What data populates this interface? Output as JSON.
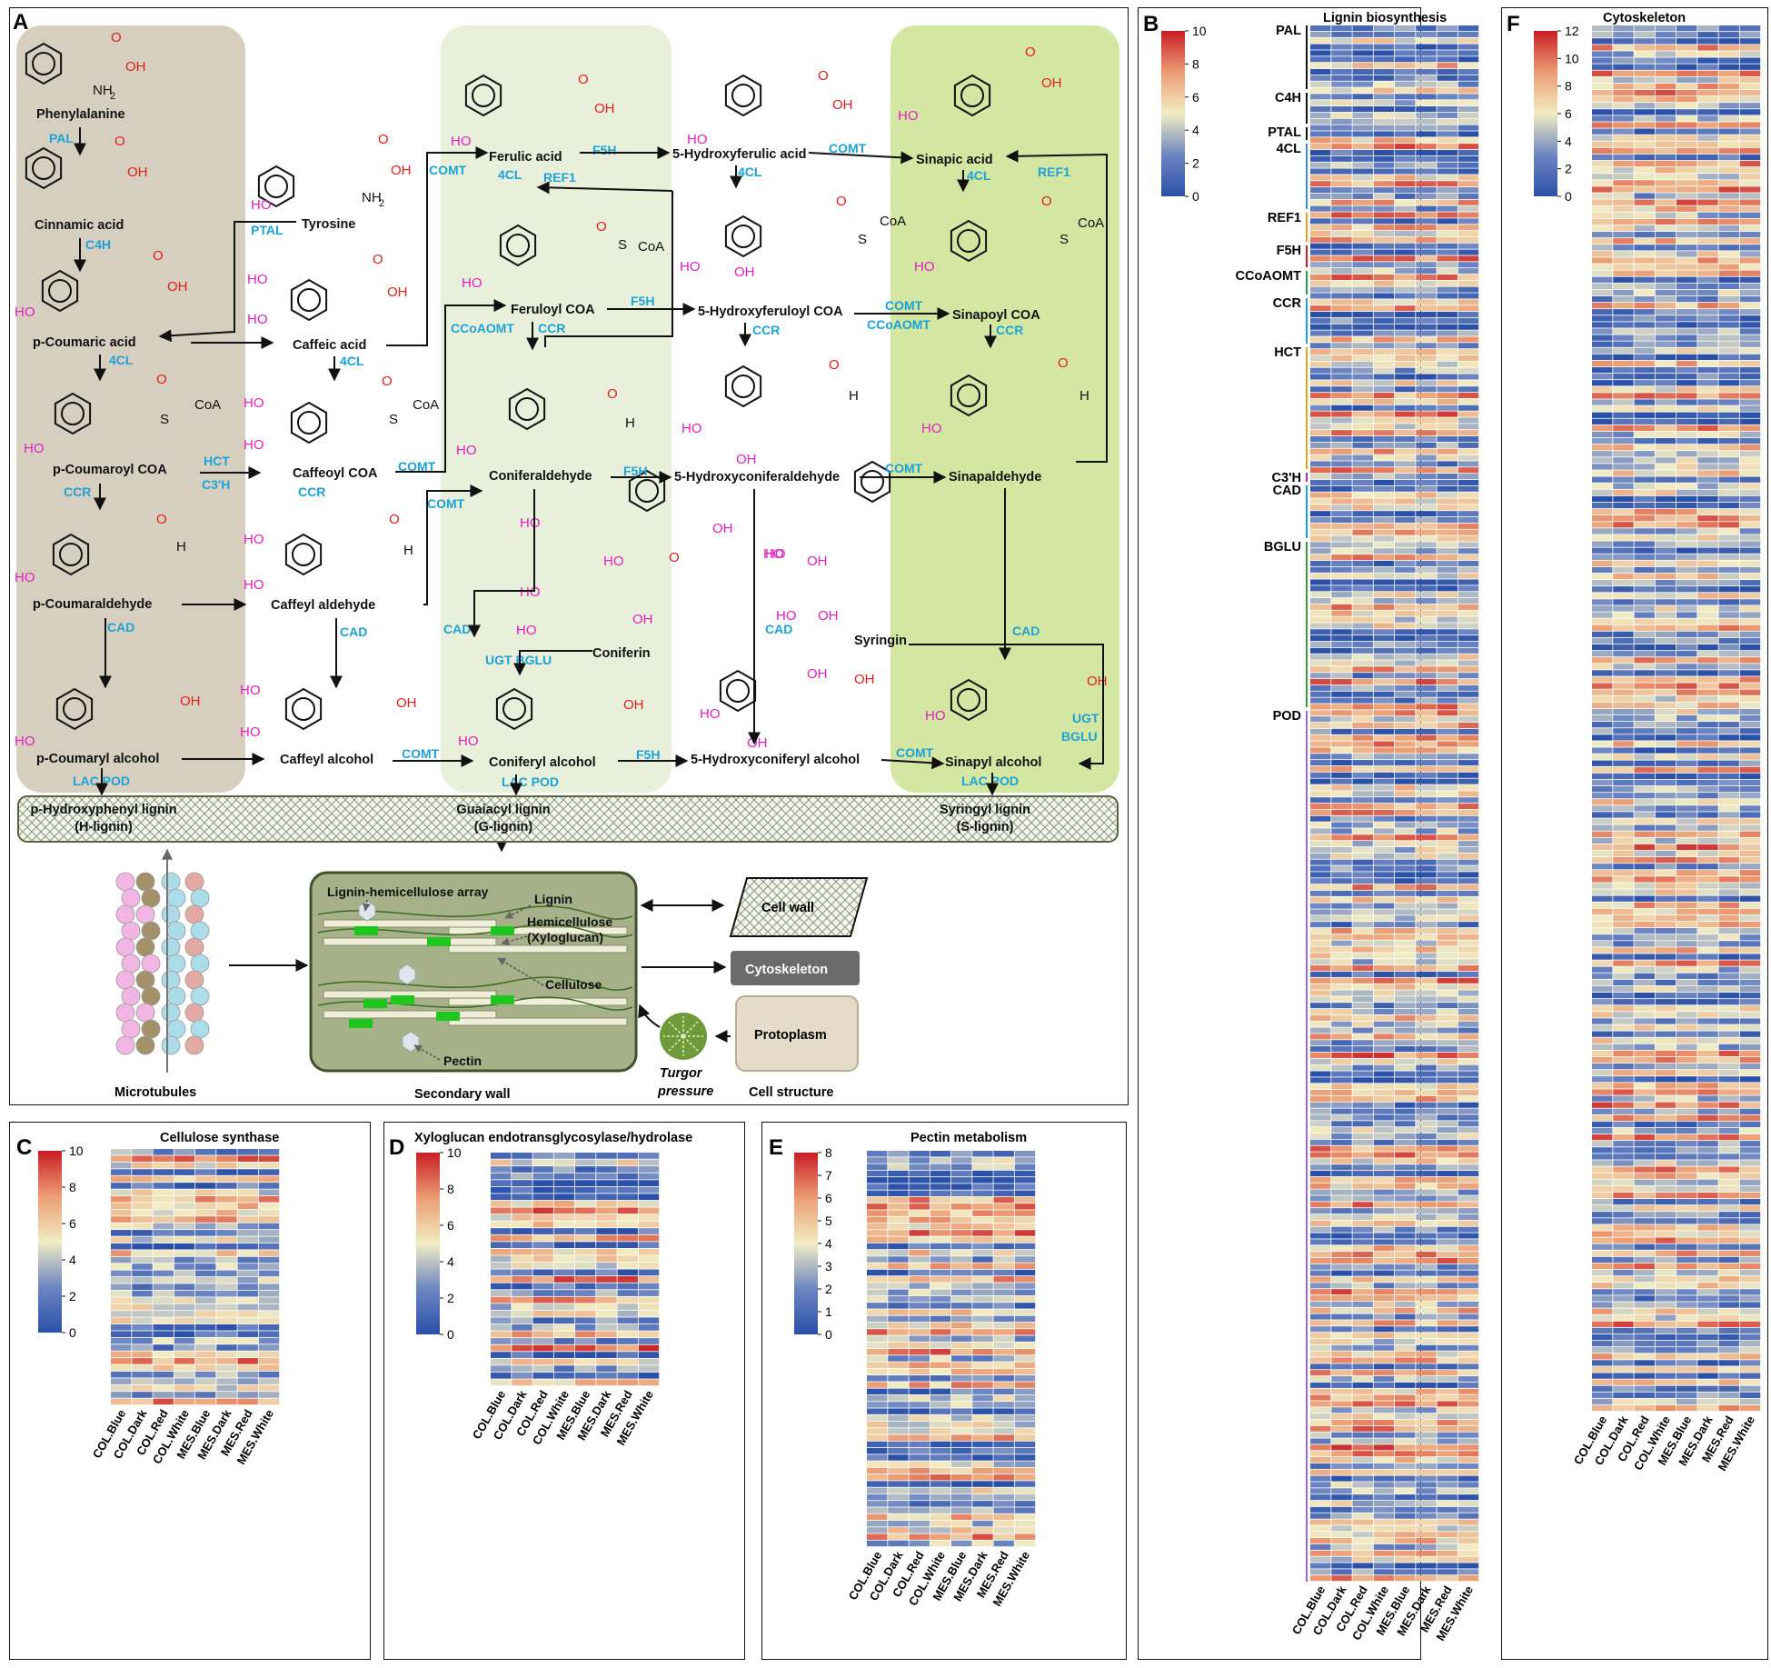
{
  "panel_letters": {
    "a": "A",
    "b": "B",
    "c": "C",
    "d": "D",
    "e": "E",
    "f": "F"
  },
  "colors": {
    "brown_bg": "#d6cfbf",
    "g_bg": "#e8efda",
    "s_bg": "#d3e6a2",
    "enzyme": "#1da2d8",
    "hydroxyl": "#e020c0",
    "acid_red": "#e0201c",
    "heat_low": "#2b50a8",
    "heat_mid": "#f1ecc3",
    "heat_high": "#c81d25",
    "wall_fill": "#a7b189"
  },
  "pathway": {
    "compounds": {
      "phe": "Phenylalanine",
      "cin": "Cinnamic acid",
      "pcou": "p-Coumaric acid",
      "pcoua": "p-Coumaroyl COA",
      "pcald": "p-Coumaraldehyde",
      "pcalc": "p-Coumaryl alcohol",
      "tyr": "Tyrosine",
      "caf": "Caffeic acid",
      "cafcoa": "Caffeoyl COA",
      "cafald": "Caffeyl aldehyde",
      "cafalc": "Caffeyl alcohol",
      "fer": "Ferulic acid",
      "fercoa": "Feruloyl COA",
      "conald": "Coniferaldehyde",
      "conalc": "Coniferyl alcohol",
      "coniferin": "Coniferin",
      "hfer": "5-Hydroxyferulic acid",
      "hfercoa": "5-Hydroxyferuloyl COA",
      "hconald": "5-Hydroxyconiferaldehyde",
      "hconalc": "5-Hydroxyconiferyl alcohol",
      "sin": "Sinapic acid",
      "sincoa": "Sinapoyl COA",
      "sinald": "Sinapaldehyde",
      "sinalc": "Sinapyl alcohol",
      "syringin": "Syringin"
    },
    "enzymes": {
      "pal": "PAL",
      "c4h": "C4H",
      "ptal": "PTAL",
      "cl4": "4CL",
      "ccr": "CCR",
      "hct": "HCT",
      "c3h": "C3'H",
      "cad": "CAD",
      "comt": "COMT",
      "f5h": "F5H",
      "ref1": "REF1",
      "ccoaomt": "CCoAOMT",
      "ugt": "UGT",
      "bglu": "BGLU",
      "lacpod": "LAC POD"
    },
    "atoms": {
      "oh": "OH",
      "nh2": "NH",
      "coa": "CoA",
      "s": "S",
      "o": "O",
      "h": "H",
      "ho": "HO",
      "two": "2"
    },
    "lignins": {
      "h1": "p-Hydroxyphenyl lignin",
      "h2": "(H-lignin)",
      "g1": "Guaiacyl lignin",
      "g2": "(G-lignin)",
      "s1": "Syringyl lignin",
      "s2": "(S-lignin)"
    }
  },
  "cellwall": {
    "lh_array": "Lignin-hemicellulose array",
    "lignin": "Lignin",
    "hemi1": "Hemicellulose",
    "hemi2": "(Xyloglucan)",
    "cellulose": "Cellulose",
    "pectin": "Pectin",
    "secondary_wall": "Secondary wall",
    "microtubules": "Microtubules",
    "cell_wall": "Cell wall",
    "cytoskeleton": "Cytoskeleton",
    "protoplasm": "Protoplasm",
    "turgor1": "Turgor",
    "turgor2": "pressure",
    "cell_structure": "Cell structure"
  },
  "heatmaps": {
    "columns": [
      "COL.Blue",
      "COL.Dark",
      "COL.Red",
      "COL.White",
      "MES.Blue",
      "MES.Dark",
      "MES.Red",
      "MES.White"
    ],
    "B": {
      "title": "Lignin biosynthesis",
      "legend_ticks": [
        "10",
        "8",
        "6",
        "4",
        "2",
        "0"
      ],
      "gene_groups": [
        "PAL",
        "C4H",
        "PTAL",
        "4CL",
        "REF1",
        "F5H",
        "CCoAOMT",
        "CCR",
        "HCT",
        "C3'H",
        "CAD",
        "BGLU",
        "POD"
      ]
    },
    "C": {
      "title": "Cellulose synthase",
      "legend_ticks": [
        "10",
        "8",
        "6",
        "4",
        "2",
        "0"
      ]
    },
    "D": {
      "title": "Xyloglucan endotransglycosylase/hydrolase",
      "legend_ticks": [
        "10",
        "8",
        "6",
        "4",
        "2",
        "0"
      ]
    },
    "E": {
      "title": "Pectin metabolism",
      "legend_ticks": [
        "8",
        "7",
        "6",
        "5",
        "4",
        "3",
        "2",
        "1",
        "0"
      ]
    },
    "F": {
      "title": "Cytoskeleton",
      "legend_ticks": [
        "12",
        "10",
        "8",
        "6",
        "4",
        "2",
        "0"
      ]
    }
  }
}
